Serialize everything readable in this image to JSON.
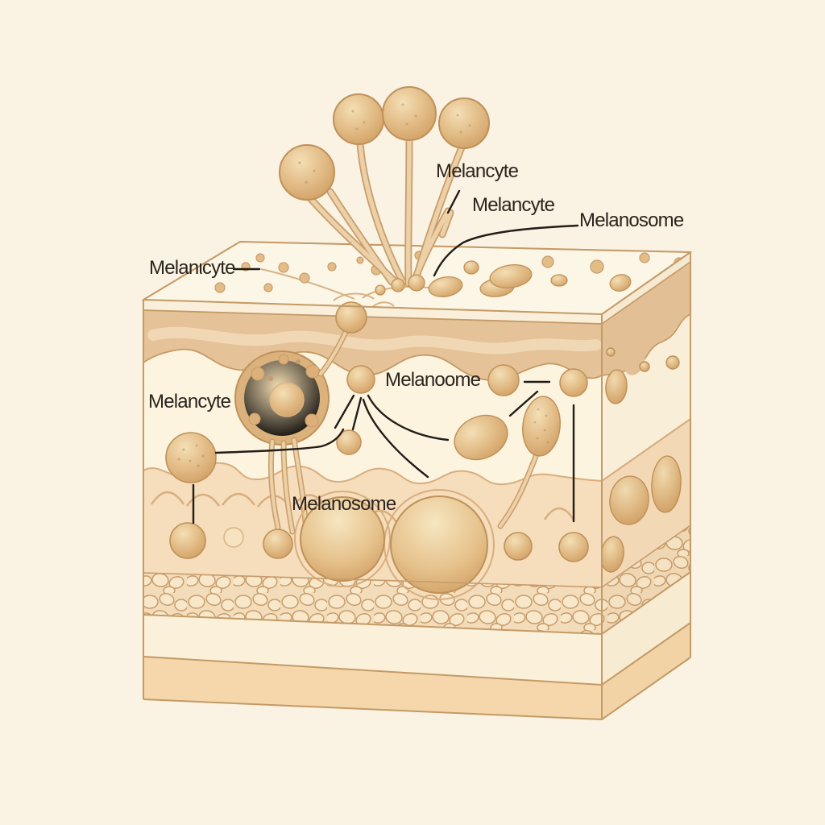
{
  "figure": {
    "description": "Illustrated 3D cross-section block of skin showing melanocytes and melanosomes",
    "labels": {
      "top_melancyte": "Melancyte",
      "mid_melancyte": "Melancyte",
      "top_melanosome": "Melanosome",
      "left_melancyte": "Melanιcyte",
      "body_melancyte": "Melancyte",
      "melanoome": "Melanoome",
      "lower_melanosome": "Melanosome"
    }
  },
  "colors": {
    "bg": "#faf2e2",
    "text": "#2a241e",
    "leader": "#211d17",
    "face-top": "#fcf6e6",
    "face-front": "#fdf4e0",
    "face-cream2": "#f9efda",
    "band": "#e5c298",
    "band-stripe": "#f2dab8",
    "outline": "#c49a66",
    "outline-soft": "#d9b285",
    "basal": "#f6ddbb",
    "basal-line": "#d8ae7e",
    "pebble-bg": "#f3dcba",
    "pebble-fill": "#f8e7c9",
    "pebble-stroke": "#c79c6c",
    "light-band": "#fbf1da",
    "bottom-band": "#f5d7ab",
    "ball-hi": "#f4dfb6",
    "ball-mid": "#e3bd88",
    "ball-lo": "#d2a267",
    "ball-stroke": "#bf9159",
    "speckle": "#a87f4c"
  }
}
